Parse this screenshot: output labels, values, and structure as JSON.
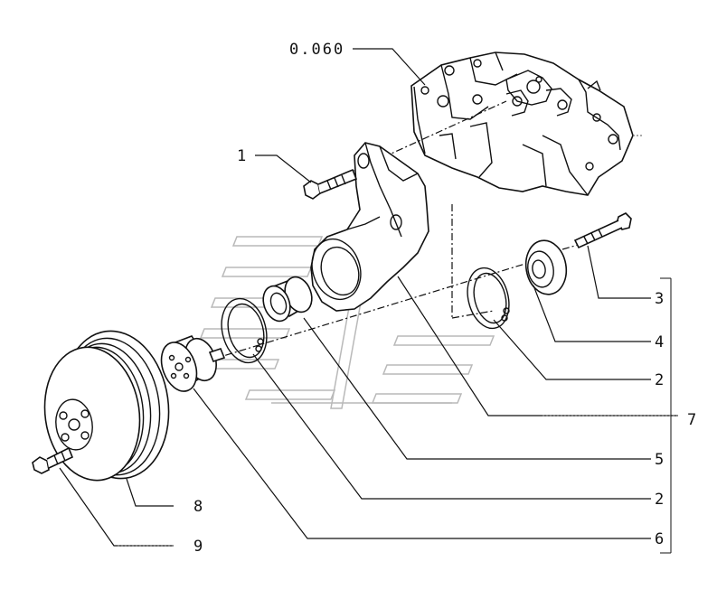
{
  "diagram": {
    "reference_label": "0.060",
    "callouts": [
      {
        "id": "c1",
        "text": "1"
      },
      {
        "id": "c3",
        "text": "3"
      },
      {
        "id": "c4",
        "text": "4"
      },
      {
        "id": "c2a",
        "text": "2"
      },
      {
        "id": "c7",
        "text": "7"
      },
      {
        "id": "c5",
        "text": "5"
      },
      {
        "id": "c2b",
        "text": "2"
      },
      {
        "id": "c6",
        "text": "6"
      },
      {
        "id": "c8",
        "text": "8"
      },
      {
        "id": "c9",
        "text": "9"
      }
    ]
  }
}
